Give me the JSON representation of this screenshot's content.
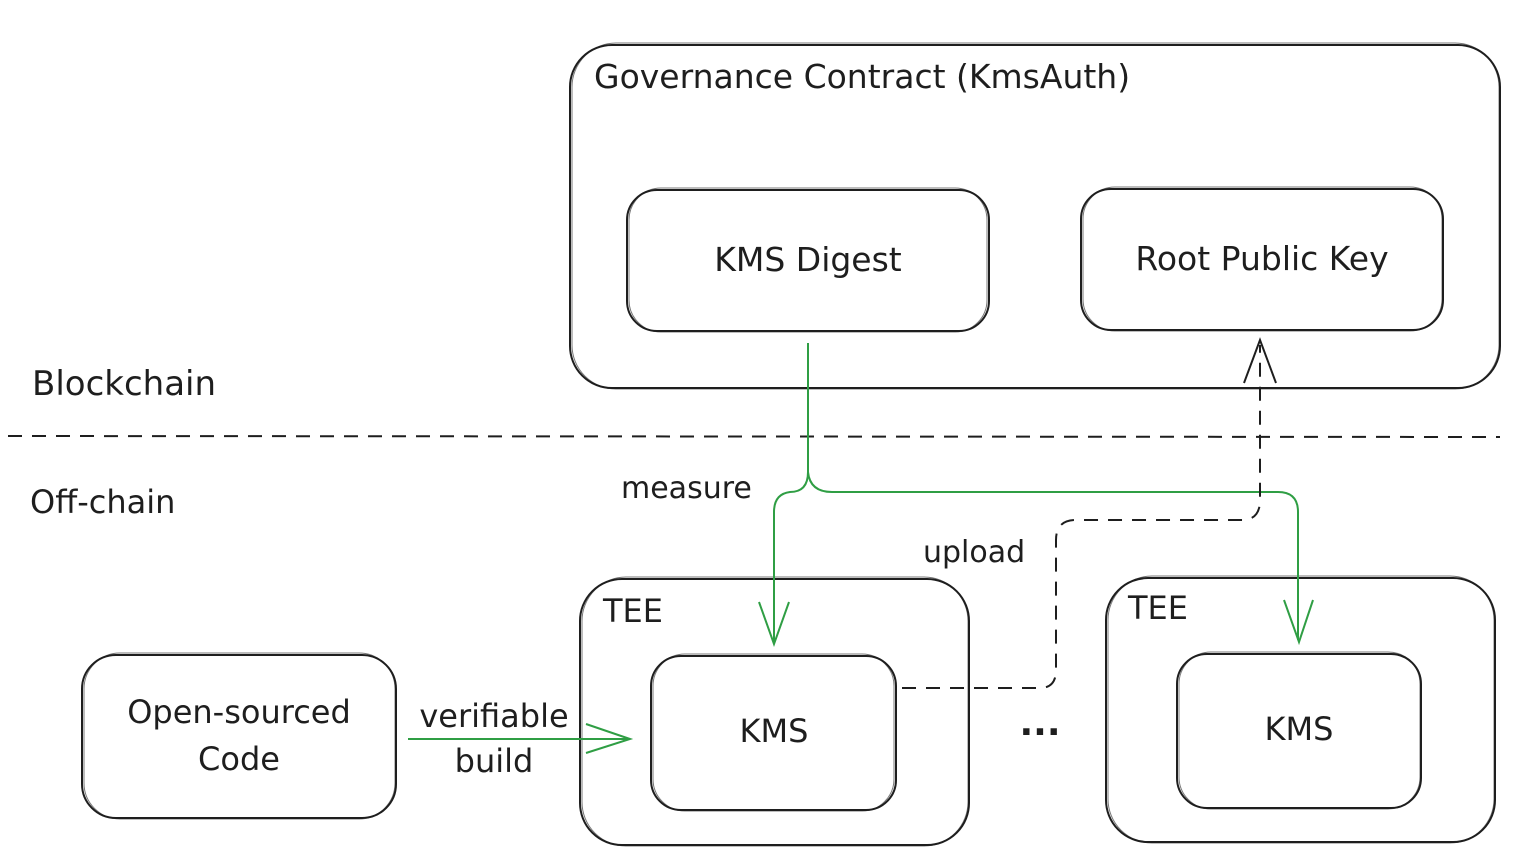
{
  "zones": {
    "blockchain_label": "Blockchain",
    "offchain_label": "Off-chain"
  },
  "governance": {
    "title": "Governance Contract (KmsAuth)",
    "kms_digest": "KMS Digest",
    "root_public_key": "Root Public Key"
  },
  "tee_left": {
    "label": "TEE",
    "kms": "KMS"
  },
  "tee_right": {
    "label": "TEE",
    "kms": "KMS"
  },
  "source": {
    "line1": "Open-sourced",
    "line2": "Code"
  },
  "edges": {
    "build_line1": "verifiable",
    "build_line2": "build",
    "measure": "measure",
    "upload": "upload",
    "ellipsis": "..."
  },
  "colors": {
    "stroke": "#1e1e1e",
    "accent_green": "#2f9e44"
  }
}
